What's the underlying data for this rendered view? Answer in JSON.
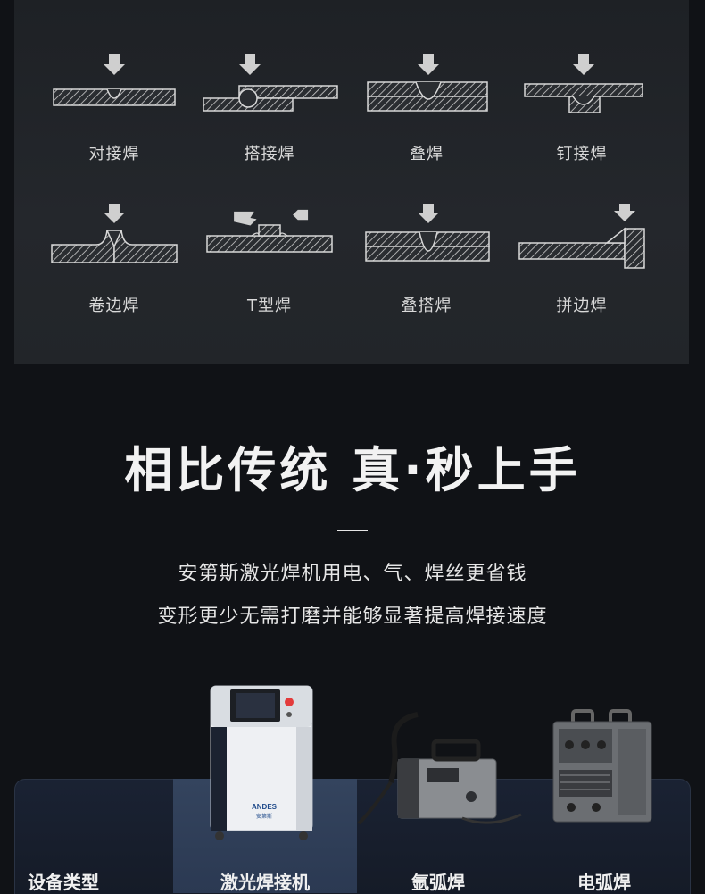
{
  "joints": [
    {
      "label": "对接焊",
      "icon": "butt-weld-icon"
    },
    {
      "label": "搭接焊",
      "icon": "lap-weld-icon"
    },
    {
      "label": "叠焊",
      "icon": "stack-weld-icon"
    },
    {
      "label": "钉接焊",
      "icon": "nail-weld-icon"
    },
    {
      "label": "卷边焊",
      "icon": "flange-weld-icon"
    },
    {
      "label": "T型焊",
      "icon": "t-weld-icon"
    },
    {
      "label": "叠搭焊",
      "icon": "stack-lap-weld-icon"
    },
    {
      "label": "拼边焊",
      "icon": "edge-weld-icon"
    }
  ],
  "headline": "相比传统 真·秒上手",
  "subtitle_line1": "安第斯激光焊机用电、气、焊丝更省钱",
  "subtitle_line2": "变形更少无需打磨并能够显著提高焊接速度",
  "table": {
    "col_header": "设备类型",
    "columns": [
      "激光焊接机",
      "氩弧焊",
      "电弧焊"
    ]
  },
  "brand": {
    "name": "ANDES",
    "cn": "安第斯"
  },
  "colors": {
    "highlight_column": "#34445e",
    "background": "#101216"
  }
}
